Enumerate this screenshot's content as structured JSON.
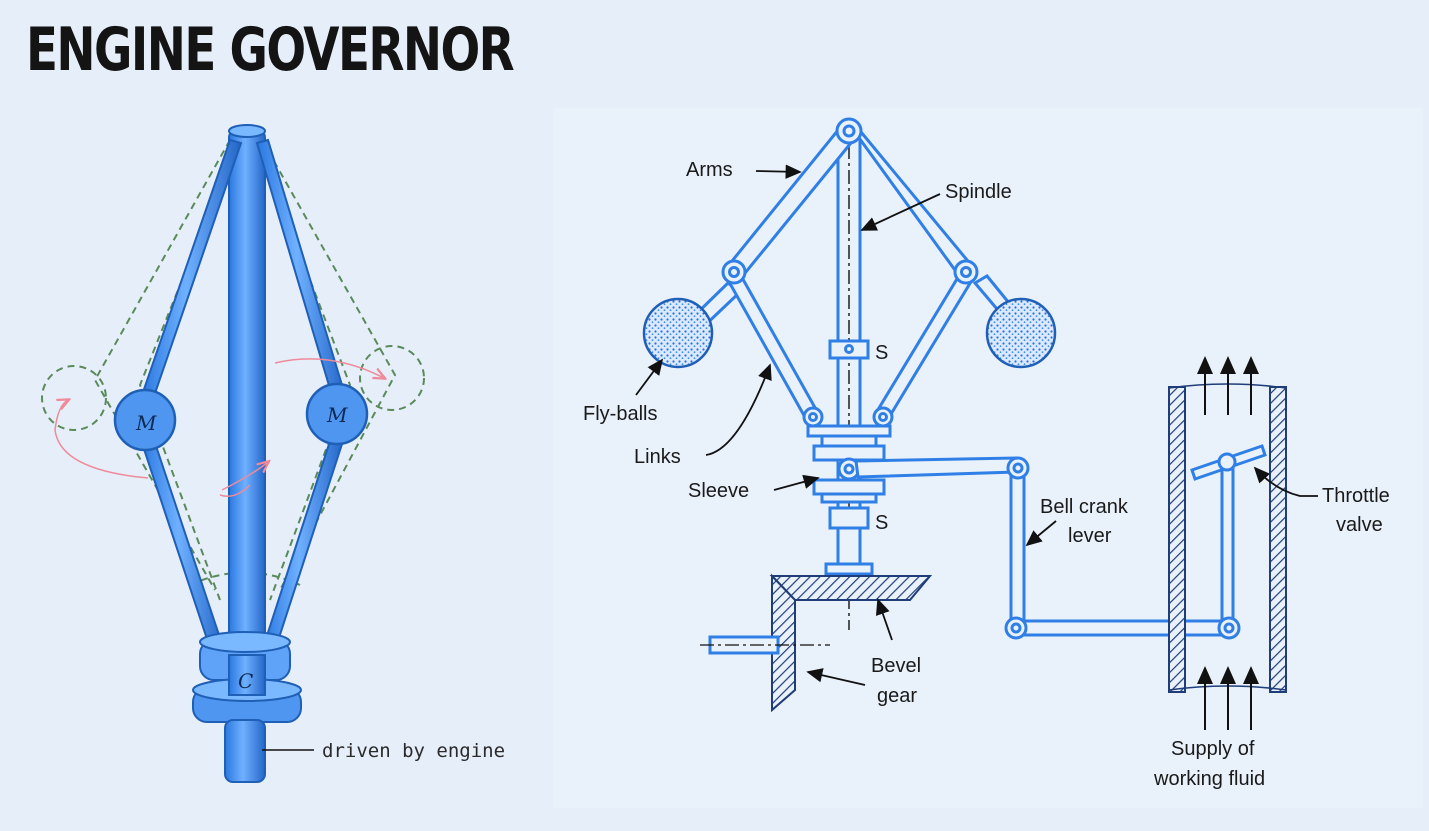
{
  "title": "ENGINE GOVERNOR",
  "left_diagram": {
    "mass_label": "M",
    "collar_label": "C",
    "caption": "driven by engine"
  },
  "right_diagram": {
    "labels": {
      "arms": "Arms",
      "spindle": "Spindle",
      "fly_balls": "Fly-balls",
      "links": "Links",
      "sleeve": "Sleeve",
      "stop_upper": "S",
      "stop_lower": "S",
      "bevel_gear_1": "Bevel",
      "bevel_gear_2": "gear",
      "bell_crank_1": "Bell crank",
      "bell_crank_2": "lever",
      "throttle_1": "Throttle",
      "throttle_2": "valve",
      "supply_1": "Supply of",
      "supply_2": "working fluid"
    }
  },
  "colors": {
    "part_blue": "#3d8ef0",
    "part_dark": "#1f5fb5",
    "background": "#e6eefa",
    "panel": "#e9f1fb",
    "dashed_green": "#5a8a5a",
    "rotation_pink": "#f08a9a"
  }
}
